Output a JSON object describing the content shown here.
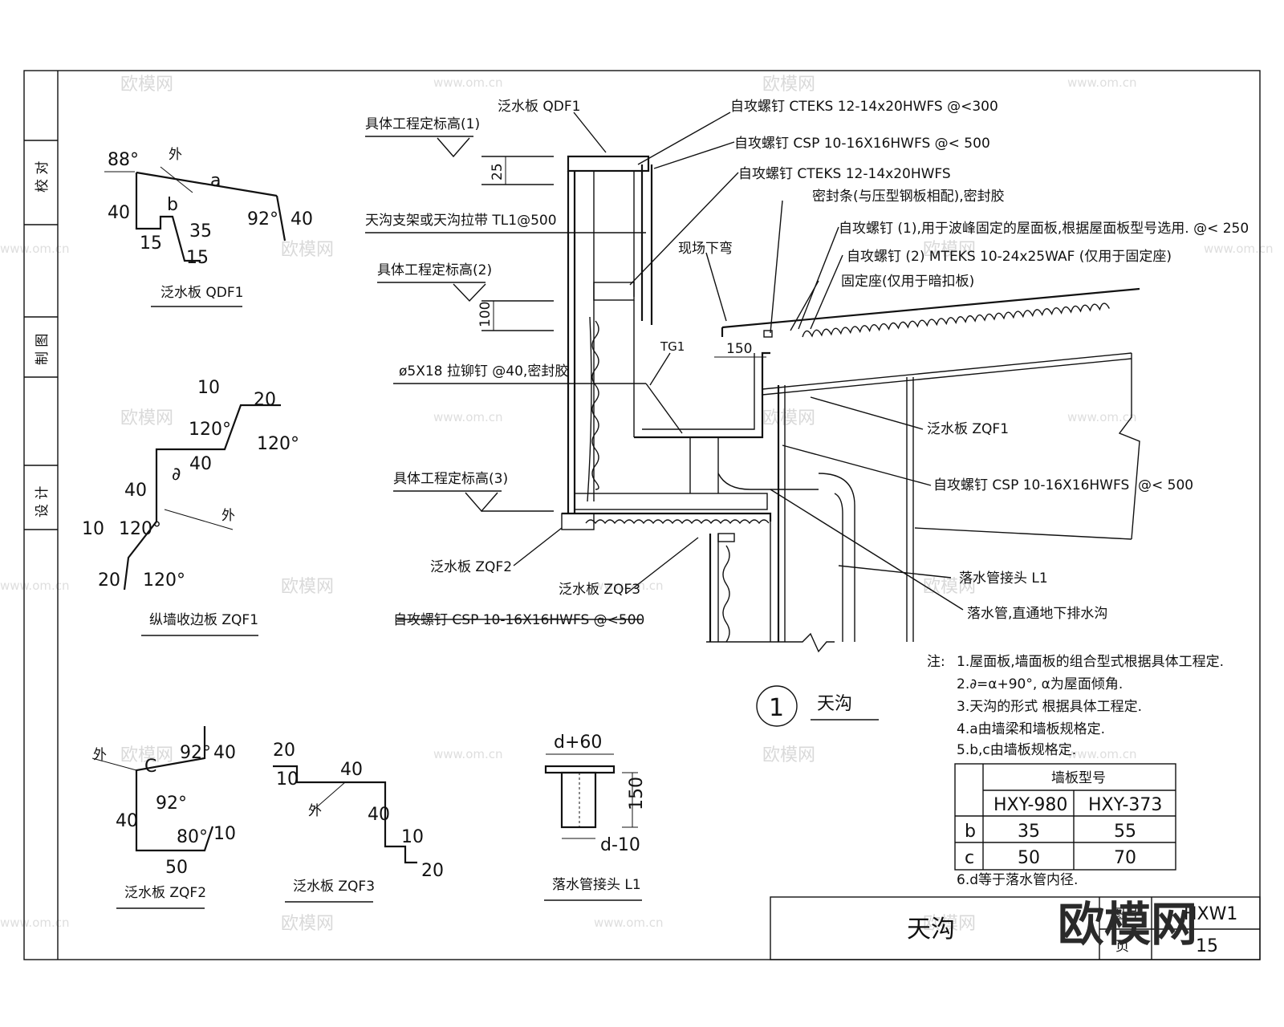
{
  "sidebar": {
    "label_check": "校 对",
    "label_draw": "制 图",
    "label_design": "设 计"
  },
  "details": {
    "qdf1": {
      "title": "泛水板 QDF1",
      "angle1": "88°",
      "out": "外",
      "a": "a",
      "b": "b",
      "d40a": "40",
      "d35": "35",
      "d15a": "15",
      "d15b": "15",
      "angle2": "92°",
      "d40b": "40"
    },
    "zqf1": {
      "title": "纵墙收边板 ZQF1",
      "d10a": "10",
      "d20a": "20",
      "ang1": "120°",
      "ang2": "120°",
      "d40a": "40",
      "theta": "∂",
      "d40b": "40",
      "out": "外",
      "d10b": "10",
      "ang3": "120°",
      "d20b": "20",
      "ang4": "120°"
    },
    "zqf2": {
      "title": "泛水板 ZQF2",
      "out": "外",
      "c": "C",
      "ang1": "92°",
      "d40a": "40",
      "ang2": "92°",
      "d40b": "40",
      "ang3": "80°",
      "d10": "10",
      "d50": "50"
    },
    "zqf3": {
      "title": "泛水板 ZQF3",
      "d20a": "20",
      "d10a": "10",
      "d40a": "40",
      "out": "外",
      "d40b": "40",
      "d10b": "10",
      "d20b": "20"
    },
    "l1": {
      "title": "落水管接头 L1",
      "top": "d+60",
      "h": "150",
      "bottom": "d-10"
    }
  },
  "section": {
    "qdf1": "泛水板 QDF1",
    "elev1": "具体工程定标高(1)",
    "d25": "25",
    "bracket": "天沟支架或天沟拉带 TL1@500",
    "elev2": "具体工程定标高(2)",
    "d100": "100",
    "rivet": "ø5X18 拉铆钉 @40,密封胶",
    "tg1": "TG1",
    "elev3": "具体工程定标高(3)",
    "zqf2": "泛水板 ZQF2",
    "zqf3": "泛水板 ZQF3",
    "screw_bottom": "自攻螺钉 CSP 10-16X16HWFS   @<500",
    "screw1": "自攻螺钉 CTEKS 12-14x20HWFS @<300",
    "screw2": "自攻螺钉 CSP 10-16X16HWFS      @< 500",
    "screw3": "自攻螺钉 CTEKS 12-14x20HWFS",
    "seal": "密封条(与压型钢板相配),密封胶",
    "screw4": "自攻螺钉 (1),用于波峰固定的屋面板,根据屋面板型号选用. @< 250",
    "screw5": "自攻螺钉 (2) MTEKS 10-24x25WAF      (仅用于固定座)",
    "seat": "固定座(仅用于暗扣板)",
    "bend": "现场下弯",
    "d150": "150",
    "zqf1": "泛水板 ZQF1",
    "screw6": "自攻螺钉 CSP 10-16X16HWFS",
    "screw6_spacing": "@< 500",
    "l1": "落水管接头  L1",
    "pipe": "落水管,直通地下排水沟"
  },
  "callout": {
    "num": "1",
    "title": "天沟"
  },
  "notes": {
    "prefix": "注:",
    "n1": "1.屋面板,墙面板的组合型式根据具体工程定.",
    "n2": "2.∂=α+90°,      α为屋面倾角.",
    "n3": "3.天沟的形式 根据具体工程定.",
    "n4": "4.a由墙梁和墙板规格定.",
    "n5": "5.b,c由墙板规格定.",
    "n6": "6.d等于落水管内径."
  },
  "table": {
    "header": "墙板型号",
    "cols": [
      "HXY-980",
      "HXY-373"
    ],
    "rows": [
      {
        "label": "b",
        "values": [
          "35",
          "55"
        ]
      },
      {
        "label": "c",
        "values": [
          "50",
          "70"
        ]
      }
    ]
  },
  "titleblock": {
    "name": "天沟",
    "label_no": "图号",
    "no": "HXW1",
    "label_page": "页",
    "page": "15"
  },
  "watermark": {
    "brand": "欧模网",
    "url": "www.om.cn"
  }
}
